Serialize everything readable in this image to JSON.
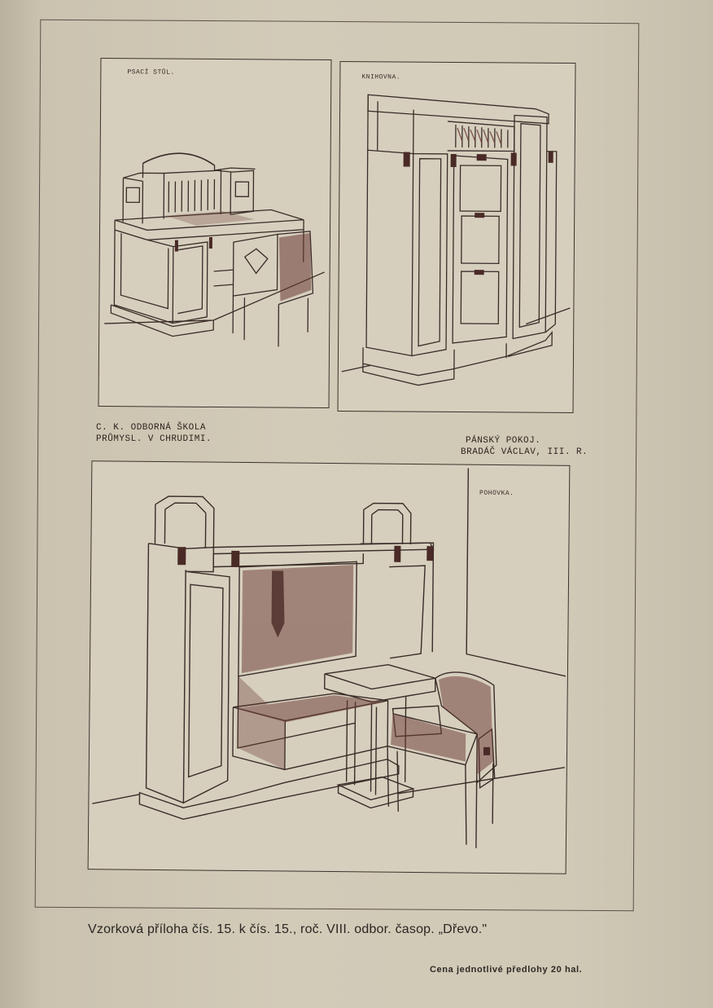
{
  "panels": {
    "desk": {
      "label": "PSACÍ STŮL."
    },
    "bookcase": {
      "label": "KNIHOVNA."
    },
    "sofa": {
      "label": "POHOVKA."
    }
  },
  "credits": {
    "school_line1": "C. K. ODBORNÁ ŠKOLA",
    "school_line2": "PRŮMYSL. V CHRUDIMI.",
    "room_line1": "PÁNSKÝ POKOJ.",
    "room_line2": "BRADÁČ VÁCLAV, III. R."
  },
  "caption": "Vzorková příloha čís. 15. k čís. 15., roč. VIII. odbor. časop. „Dřevo.\"",
  "price": "Cena jednotlivé předlohy 20 hal.",
  "colors": {
    "ink": "#3a2c28",
    "accent": "#6b3a36",
    "paper": "#d2cbb8"
  }
}
